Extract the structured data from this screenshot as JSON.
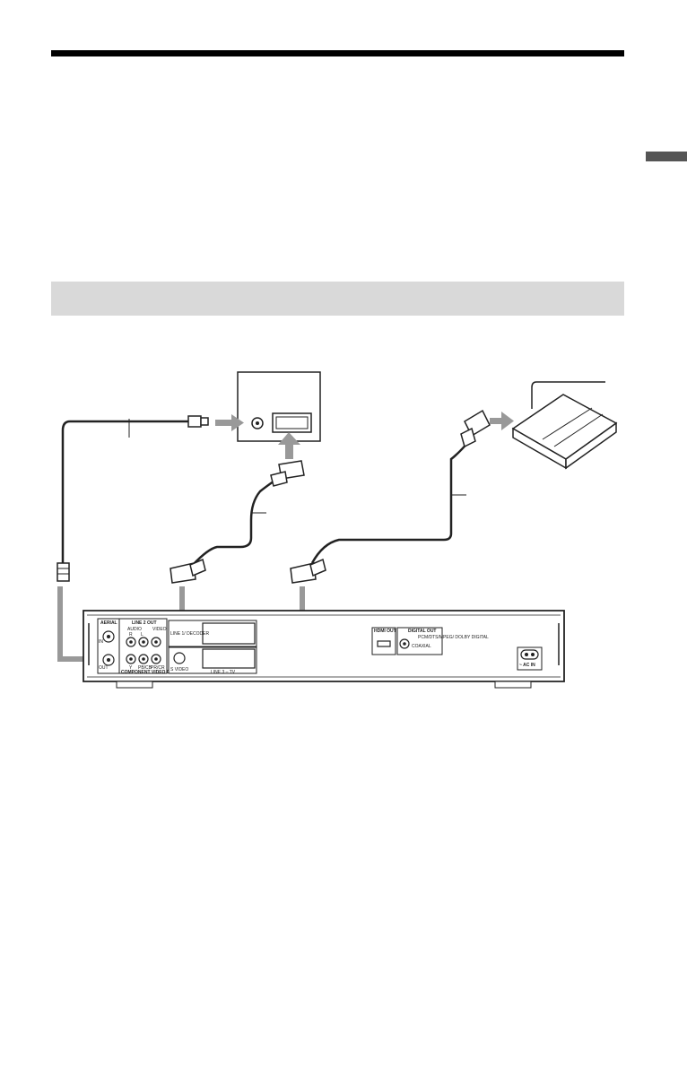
{
  "page": {
    "colors": {
      "rule": "#000000",
      "band": "#d9d9d9",
      "tab": "#555555",
      "arrow": "#999999",
      "cable": "#222222"
    }
  },
  "recorder_panel": {
    "aerial_label": "AERIAL",
    "aerial_in": "IN",
    "aerial_out": "OUT",
    "line2_out_label": "LINE 2 OUT",
    "audio_label": "AUDIO",
    "audio_r": "R",
    "audio_l": "L",
    "video_label": "VIDEO",
    "y_label": "Y",
    "pb_label": "PB/CB",
    "pr_label": "PR/CR",
    "component_label": "COMPONENT VIDEO OUT",
    "svideo_label": "S VIDEO",
    "line1_label": "LINE 1/ DECODER",
    "line3_label": "LINE 3 – TV",
    "hdmi_label": "HDMI OUT",
    "digital_out_label": "DIGITAL OUT",
    "pcm_label": "PCM/DTS/MPEG/ DOLBY DIGITAL",
    "coaxial_label": "COAXIAL",
    "ac_in_label": "~ AC IN"
  },
  "icons": {
    "tv": "tv-rear-panel-icon",
    "decoder": "set-top-box-icon",
    "recorder": "recorder-rear-panel-icon"
  }
}
